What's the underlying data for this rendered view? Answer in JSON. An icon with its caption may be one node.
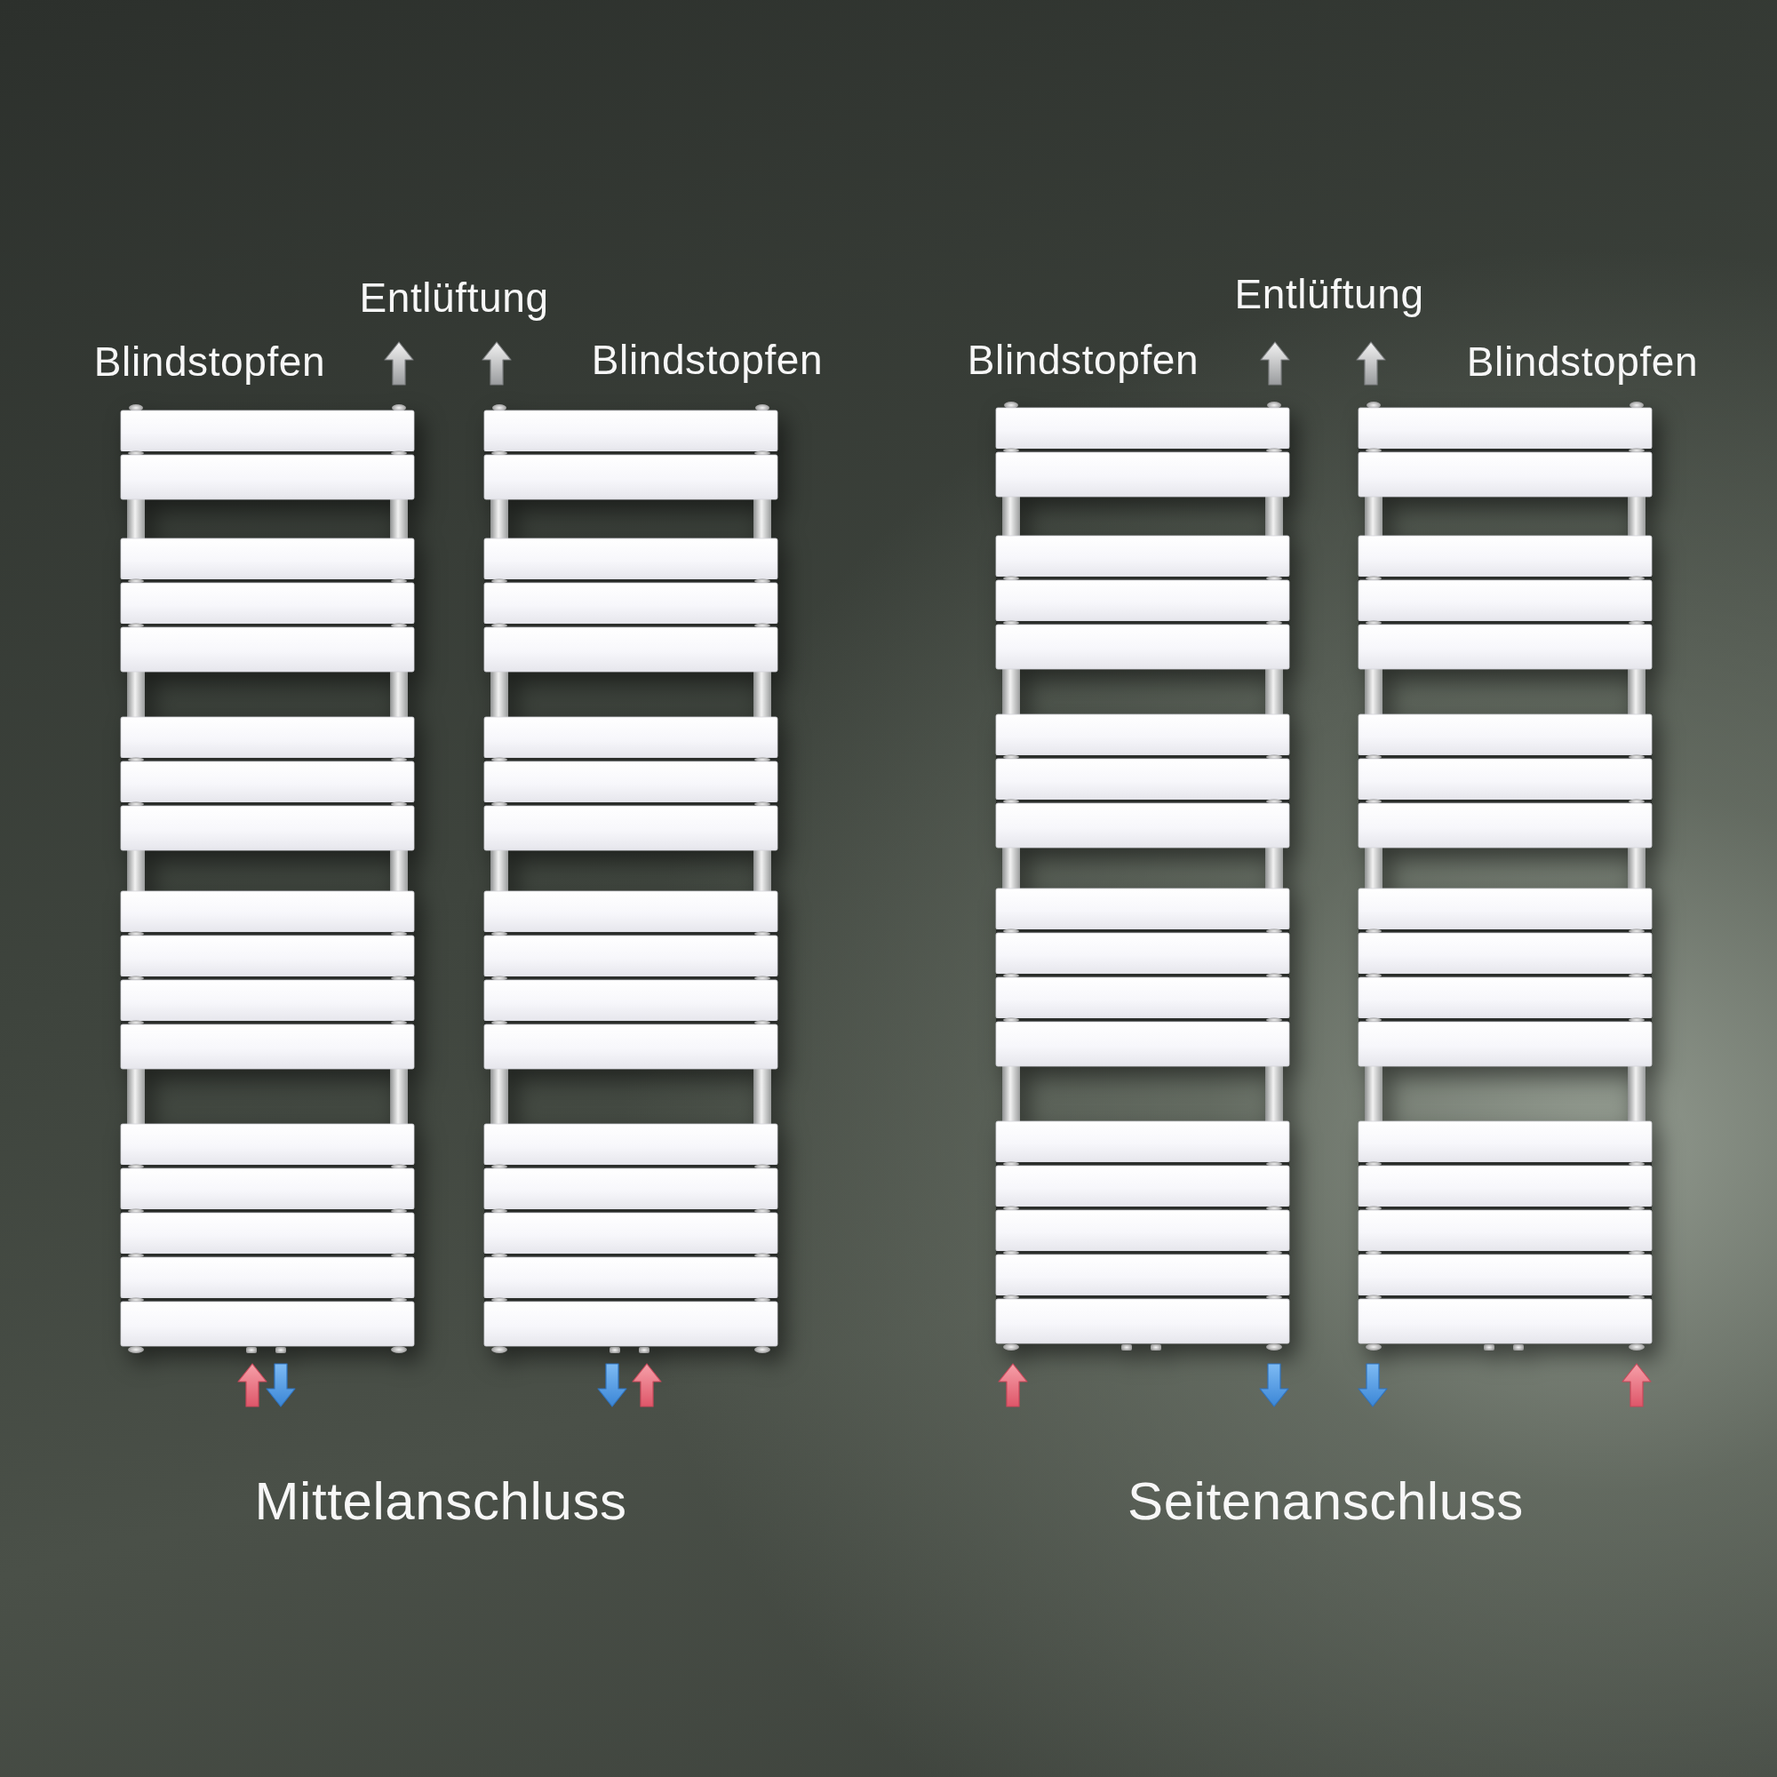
{
  "diagram": {
    "labels": [
      "Entlüftung",
      "Entlüftung",
      "Blindstopfen",
      "Blindstopfen",
      "Blindstopfen",
      "Blindstopfen",
      "Mittelanschluss",
      "Seitenanschluss"
    ]
  }
}
